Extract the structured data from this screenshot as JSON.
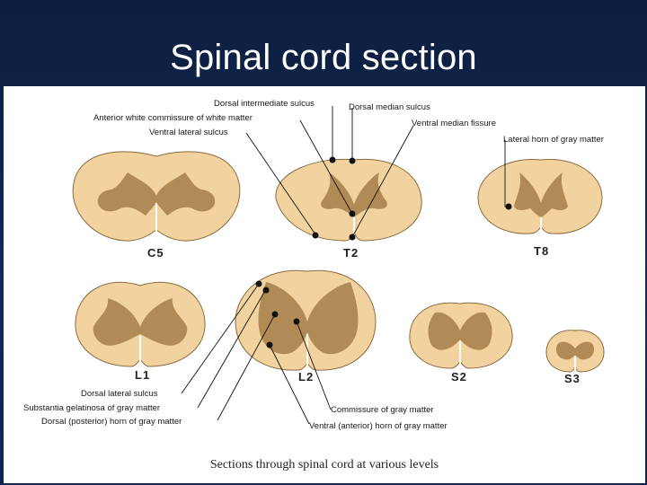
{
  "slide": {
    "title": "Spinal cord section"
  },
  "figure": {
    "caption": "Sections through spinal cord at various levels",
    "colors": {
      "white_matter": "#f2d3a0",
      "gray_matter": "#b08b55",
      "outline": "#8a6a3e",
      "background": "#0f2450"
    },
    "segments": [
      "C5",
      "T2",
      "T8",
      "L1",
      "L2",
      "S2",
      "S3"
    ],
    "labels": {
      "dorsal_intermediate_sulcus": "Dorsal intermediate sulcus",
      "dorsal_median_sulcus": "Dorsal median sulcus",
      "anterior_white_commissure": "Anterior white commissure of white matter",
      "ventral_median_fissure": "Ventral median fissure",
      "ventral_lateral_sulcus": "Ventral lateral sulcus",
      "lateral_horn": "Lateral horn of gray matter",
      "dorsal_lateral_sulcus": "Dorsal lateral sulcus",
      "substantia_gelatinosa": "Substantia gelatinosa of gray matter",
      "dorsal_horn": "Dorsal (posterior) horn of gray matter",
      "commissure_gray": "Commissure of gray matter",
      "ventral_horn": "Ventral (anterior) horn of gray matter"
    }
  }
}
